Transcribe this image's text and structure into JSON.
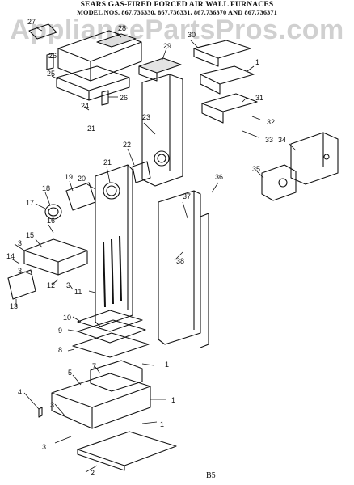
{
  "header": {
    "title": "SEARS GAS-FIRED FORCED AIR WALL FURNACES",
    "models": "MODEL NOS. 867.736330, 867.736331, 867.736370 AND 867.736371"
  },
  "watermark": "AppliancePartsPros.com",
  "page_label": "B5",
  "callouts": [
    "27",
    "28",
    "26",
    "25",
    "26",
    "24",
    "21",
    "29",
    "30",
    "1",
    "31",
    "32",
    "33",
    "23",
    "22",
    "21",
    "34",
    "20",
    "19",
    "18",
    "17",
    "16",
    "35",
    "36",
    "37",
    "15",
    "3",
    "14",
    "38",
    "3",
    "12",
    "3",
    "13",
    "11",
    "10",
    "9",
    "8",
    "1",
    "7",
    "5",
    "4",
    "3",
    "1",
    "1",
    "3",
    "2"
  ]
}
